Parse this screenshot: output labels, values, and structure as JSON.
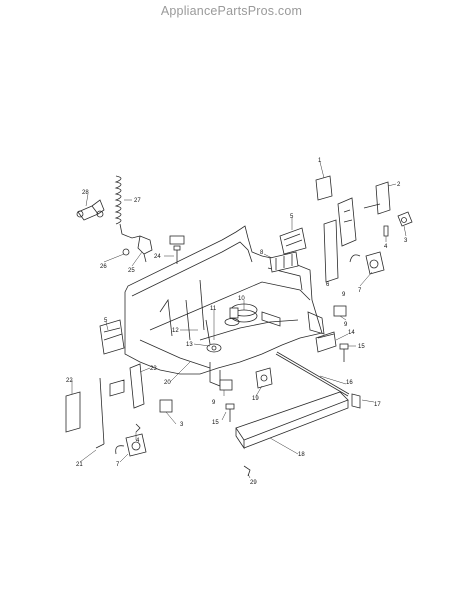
{
  "watermark": "AppliancePartsPros.com",
  "part_numbers": [
    "1",
    "2",
    "3",
    "4",
    "5",
    "6",
    "7",
    "8",
    "9",
    "10",
    "11",
    "12",
    "13",
    "14",
    "15",
    "16",
    "17",
    "18",
    "19",
    "20",
    "21",
    "22",
    "23",
    "24",
    "25",
    "26",
    "27",
    "28",
    "29"
  ],
  "colors": {
    "line": "#2b2b2b",
    "watermark": "#9a9a9a",
    "background": "#ffffff"
  }
}
